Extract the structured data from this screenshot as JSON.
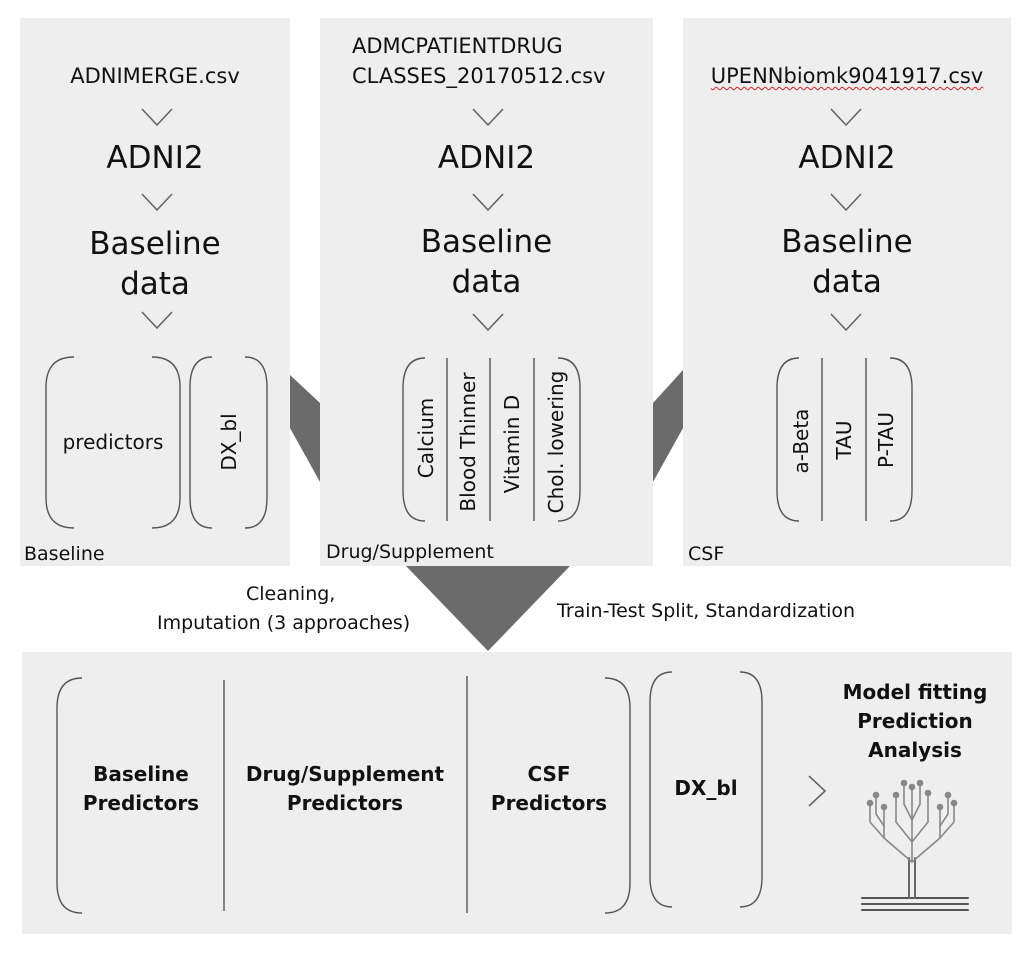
{
  "panels": {
    "baseline": {
      "file": "ADNIMERGE.csv",
      "phase": "ADNI2",
      "data_line1": "Baseline",
      "data_line2": "data",
      "items": [
        "predictors",
        "DX_bl"
      ],
      "label": "Baseline"
    },
    "drug": {
      "file_line1": "ADMCPATIENTDRUG",
      "file_line2": "CLASSES_20170512.csv",
      "phase": "ADNI2",
      "data_line1": "Baseline",
      "data_line2": "data",
      "items": [
        "Calcium",
        "Blood Thinner",
        "Vitamin D",
        "Chol. lowering"
      ],
      "label": "Drug/Supplement"
    },
    "csf": {
      "file": "UPENNbiomk9041917.csv",
      "phase": "ADNI2",
      "data_line1": "Baseline",
      "data_line2": "data",
      "items": [
        "a-Beta",
        "TAU",
        "P-TAU"
      ],
      "label": "CSF"
    }
  },
  "annotations": {
    "left_line1": "Cleaning,",
    "left_line2": "Imputation (3 approaches)",
    "right": "Train-Test Split, Standardization"
  },
  "bottom": {
    "groups": [
      {
        "line1": "Baseline",
        "line2": "Predictors"
      },
      {
        "line1": "Drug/Supplement",
        "line2": "Predictors"
      },
      {
        "line1": "CSF",
        "line2": "Predictors"
      }
    ],
    "target": "DX_bl",
    "model_line1": "Model fitting",
    "model_line2": "Prediction",
    "model_line3": "Analysis"
  },
  "colors": {
    "panel": "#eeeeee",
    "funnel": "#6b6b6b",
    "bracket": "#555555",
    "spellcheck": "#e02020"
  }
}
